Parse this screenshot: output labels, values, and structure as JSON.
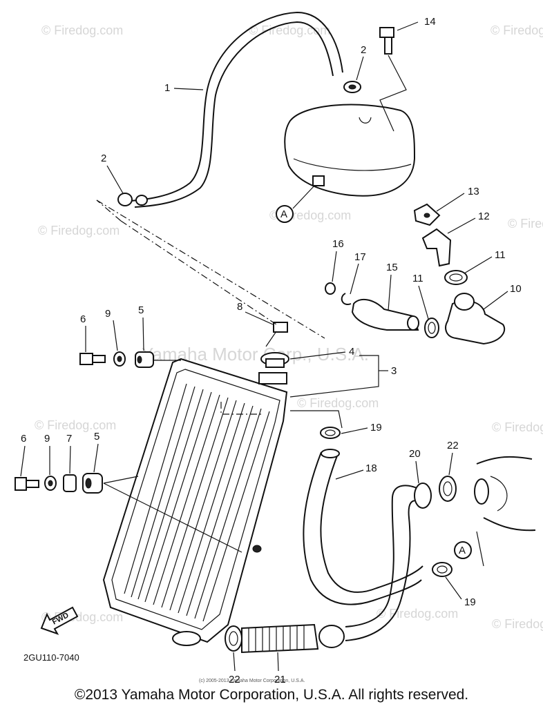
{
  "watermarks": {
    "site": "© Firedog.com",
    "corp": "Yamaha Motor Corp., U.S.A.",
    "small": "(c) 2005-2013 Yamaha Motor Corporation, U.S.A."
  },
  "diagram_code": "2GU110-7040",
  "fwd_label": "FWD",
  "reference_marker": "A",
  "callouts": [
    "14",
    "2",
    "1",
    "2",
    "13",
    "12",
    "16",
    "17",
    "15",
    "11",
    "11",
    "10",
    "8",
    "6",
    "9",
    "5",
    "4",
    "3",
    "6",
    "9",
    "7",
    "5",
    "19",
    "20",
    "22",
    "18",
    "19",
    "22",
    "21"
  ],
  "copyright": "©2013 Yamaha Motor Corporation, U.S.A. All rights reserved."
}
